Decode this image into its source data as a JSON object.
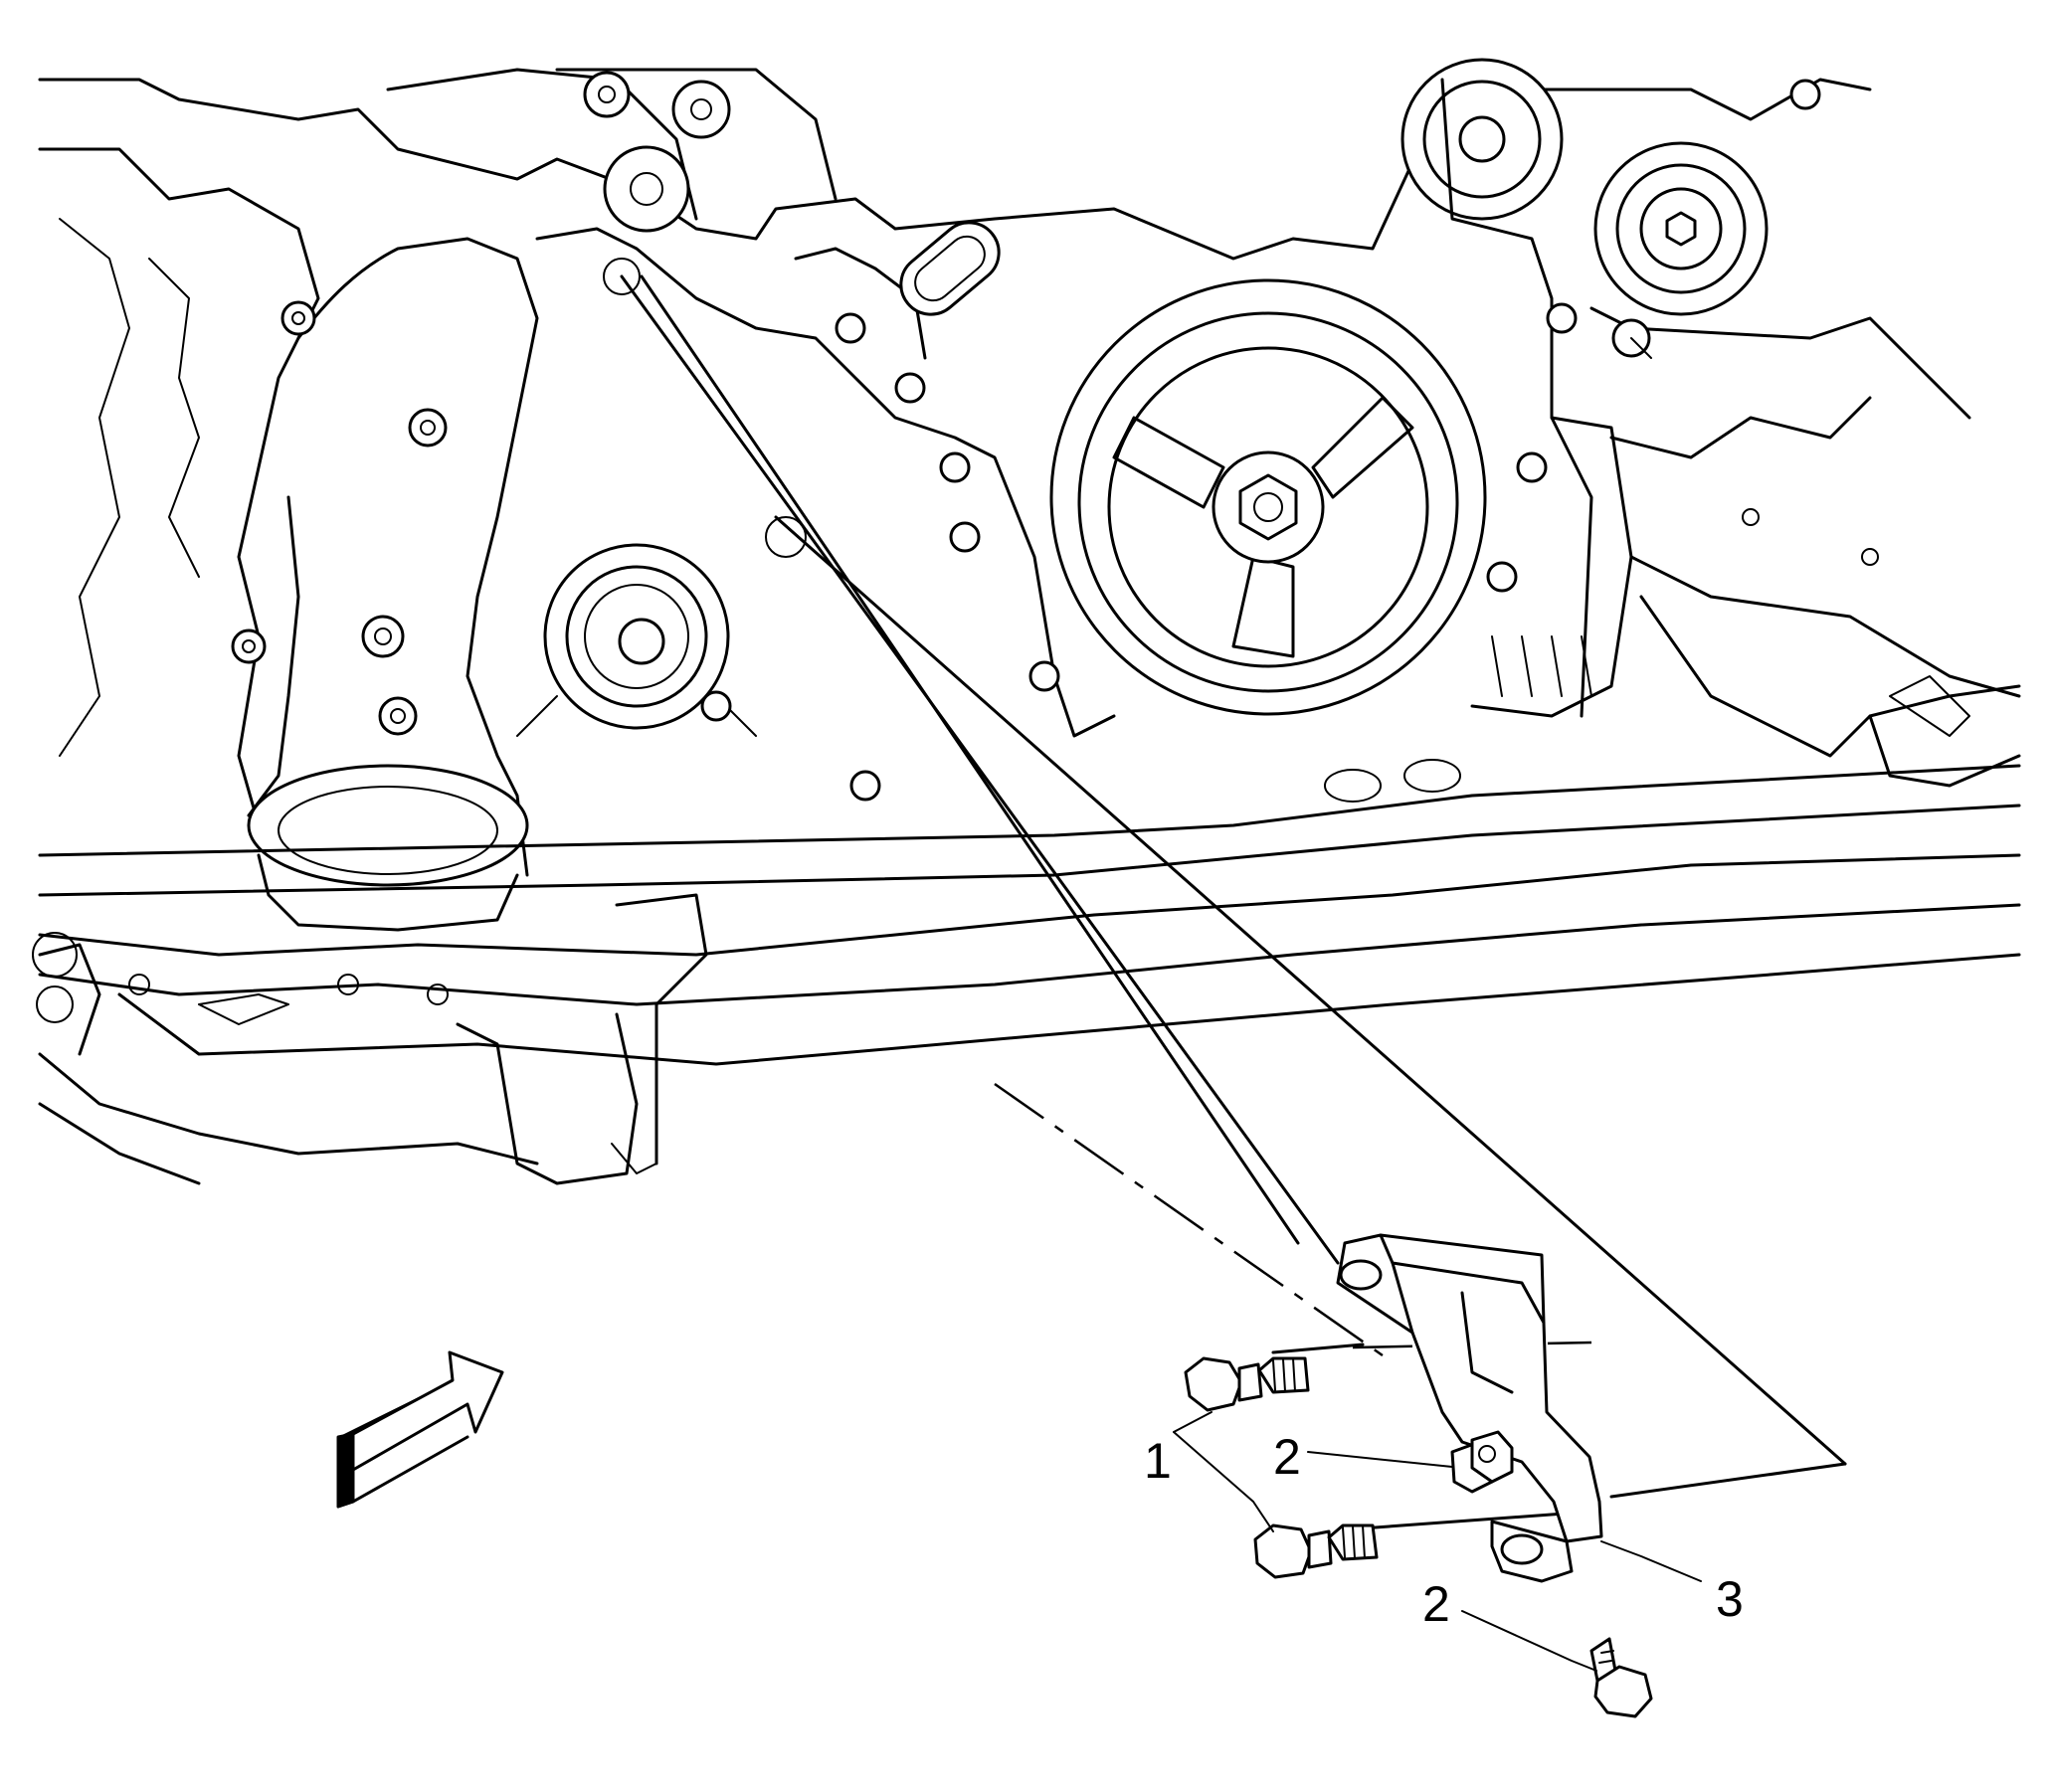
{
  "diagram": {
    "callouts": [
      {
        "id": "c1",
        "label": "1"
      },
      {
        "id": "c2a",
        "label": "2"
      },
      {
        "id": "c2b",
        "label": "2"
      },
      {
        "id": "c3",
        "label": "3"
      }
    ],
    "icons": {
      "view_arrow": "view-direction-arrow-icon"
    },
    "colors": {
      "ink": "#000000",
      "paper": "#ffffff"
    }
  }
}
